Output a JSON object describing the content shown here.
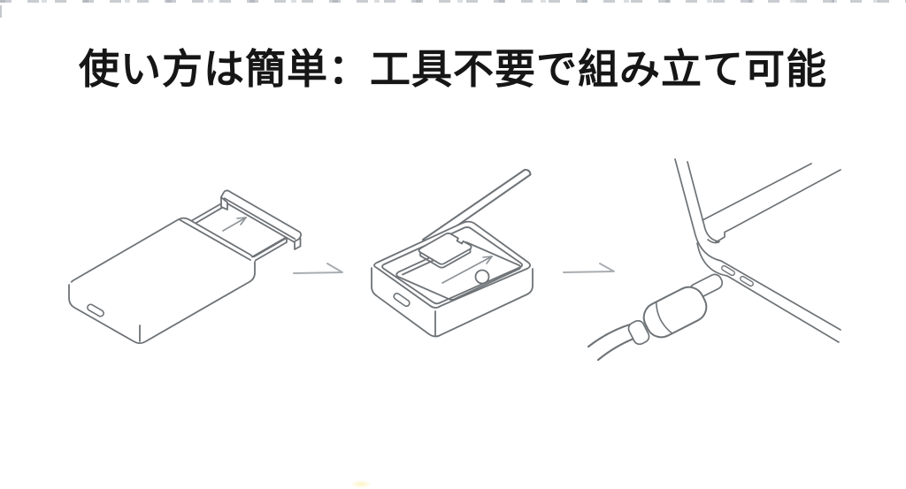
{
  "title": {
    "text": "使い方は簡単：工具不要で組み立て可能",
    "color": "#161616"
  },
  "illustration": {
    "background_color": "#ffffff",
    "line_color": "#6e7377",
    "soft_line_color": "#8d9296",
    "separator_arrow_color": "#a9adb1",
    "steps": [
      {
        "icon": "enclosure-slide-cover-illustration"
      },
      {
        "icon": "card-insert-tray-illustration"
      },
      {
        "icon": "usb-c-cable-to-laptop-illustration"
      }
    ],
    "separator_icon": "right-arrow-icon"
  }
}
